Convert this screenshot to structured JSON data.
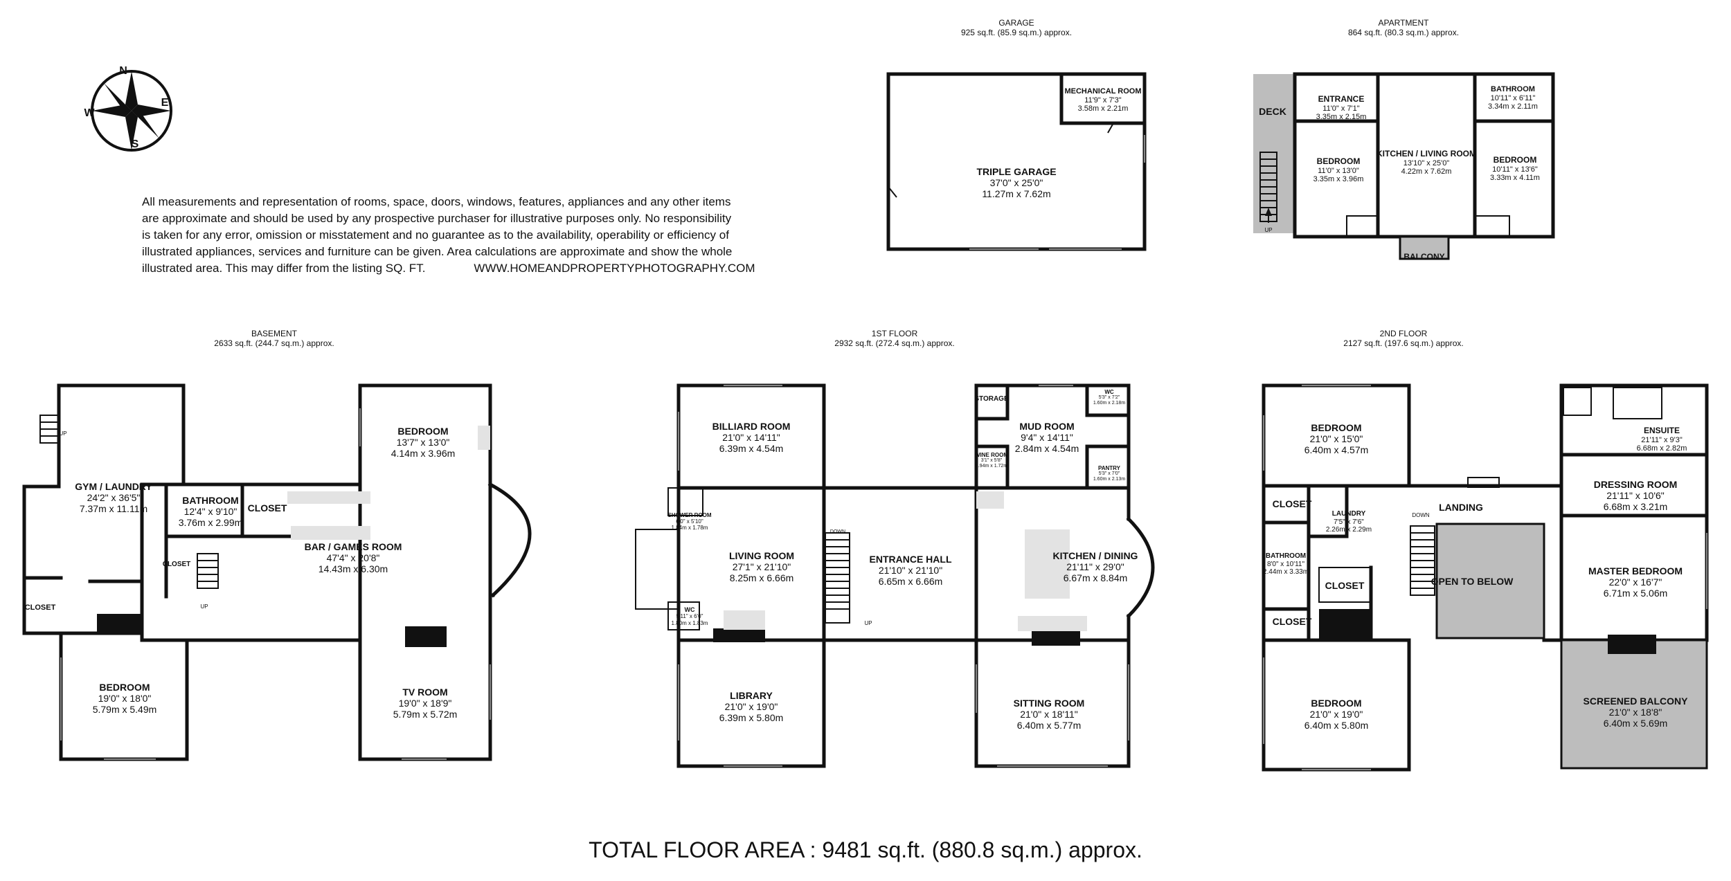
{
  "compass": {
    "n": "N",
    "e": "E",
    "s": "S",
    "w": "W"
  },
  "disclaimer": {
    "lines": [
      "All measurements and representation of rooms, space, doors, windows, features, appliances and any other items",
      "are approximate and should be used by any prospective purchaser for illustrative purposes only.  No responsibility",
      "is taken for any error, omission or misstatement and no guarantee as to the availability, operability or efficiency of",
      "illustrated appliances, services and furniture can be given.  Area calculations are approximate and show the whole",
      "illustrated area. This may differ from the listing SQ. FT."
    ],
    "url": "WWW.HOMEANDPROPERTYPHOTOGRAPHY.COM"
  },
  "floors": {
    "garage": {
      "title": "GARAGE",
      "area": "925 sq.ft. (85.9 sq.m.) approx."
    },
    "apartment": {
      "title": "APARTMENT",
      "area": "864 sq.ft. (80.3 sq.m.) approx."
    },
    "basement": {
      "title": "BASEMENT",
      "area": "2633 sq.ft. (244.7 sq.m.) approx."
    },
    "first": {
      "title": "1ST FLOOR",
      "area": "2932 sq.ft. (272.4 sq.m.) approx."
    },
    "second": {
      "title": "2ND FLOOR",
      "area": "2127 sq.ft. (197.6 sq.m.) approx."
    }
  },
  "rooms": {
    "mechanical": {
      "name": "MECHANICAL ROOM",
      "imp": "11'9\" x 7'3\"",
      "met": "3.58m x 2.21m"
    },
    "triple_garage": {
      "name": "TRIPLE GARAGE",
      "imp": "37'0\" x 25'0\"",
      "met": "11.27m x 7.62m"
    },
    "deck": {
      "name": "DECK"
    },
    "apt_entrance": {
      "name": "ENTRANCE",
      "imp": "11'0\" x 7'1\"",
      "met": "3.35m x 2.15m"
    },
    "apt_bathroom": {
      "name": "BATHROOM",
      "imp": "10'11\" x 6'11\"",
      "met": "3.34m x 2.11m"
    },
    "apt_bedroom1": {
      "name": "BEDROOM",
      "imp": "11'0\" x 13'0\"",
      "met": "3.35m x 3.96m"
    },
    "apt_kitchen": {
      "name": "KITCHEN / LIVING ROOM",
      "imp": "13'10\" x 25'0\"",
      "met": "4.22m x 7.62m"
    },
    "apt_bedroom2": {
      "name": "BEDROOM",
      "imp": "10'11\" x 13'6\"",
      "met": "3.33m x 4.11m"
    },
    "balcony": {
      "name": "BALCONY"
    },
    "up_apt": {
      "name": "UP"
    },
    "gym": {
      "name": "GYM / LAUNDRY",
      "imp": "24'2\" x 36'5\"",
      "met": "7.37m x 11.11m"
    },
    "b_bathroom": {
      "name": "BATHROOM",
      "imp": "12'4\" x 9'10\"",
      "met": "3.76m x 2.99m"
    },
    "b_closet1": {
      "name": "CLOSET"
    },
    "b_closet2": {
      "name": "CLOSET"
    },
    "b_closet3": {
      "name": "CLOSET"
    },
    "b_bedroom1": {
      "name": "BEDROOM",
      "imp": "13'7\" x 13'0\"",
      "met": "4.14m x 3.96m"
    },
    "bar": {
      "name": "BAR / GAMES ROOM",
      "imp": "47'4\" x 20'8\"",
      "met": "14.43m x 6.30m"
    },
    "b_bedroom2": {
      "name": "BEDROOM",
      "imp": "19'0\" x 18'0\"",
      "met": "5.79m x 5.49m"
    },
    "tv": {
      "name": "TV ROOM",
      "imp": "19'0\" x 18'9\"",
      "met": "5.79m x 5.72m"
    },
    "b_up1": {
      "name": "UP"
    },
    "b_up2": {
      "name": "UP"
    },
    "billiard": {
      "name": "BILLIARD ROOM",
      "imp": "21'0\" x 14'11\"",
      "met": "6.39m x 4.54m"
    },
    "shower": {
      "name": "SHOWER ROOM",
      "imp": "6'0\" x 5'10\"",
      "met": "1.84m x 1.78m"
    },
    "living": {
      "name": "LIVING ROOM",
      "imp": "27'1\" x 21'10\"",
      "met": "8.25m x 6.66m"
    },
    "wc1": {
      "name": "WC",
      "imp": "5'11\" x 6'0\"",
      "met": "1.80m x 1.83m"
    },
    "library": {
      "name": "LIBRARY",
      "imp": "21'0\" x 19'0\"",
      "met": "6.39m x 5.80m"
    },
    "entrance_hall": {
      "name": "ENTRANCE HALL",
      "imp": "21'10\" x 21'10\"",
      "met": "6.65m x 6.66m"
    },
    "storage": {
      "name": "STORAGE"
    },
    "mud": {
      "name": "MUD ROOM",
      "imp": "9'4\" x 14'11\"",
      "met": "2.84m x 4.54m"
    },
    "wc2": {
      "name": "WC",
      "imp": "5'3\" x 7'2\"",
      "met": "1.60m x 2.18m"
    },
    "wine": {
      "name": "WINE ROOM",
      "imp": "3'1\" x 5'8\"",
      "met": "0.94m x 1.72m"
    },
    "pantry": {
      "name": "PANTRY",
      "imp": "5'3\" x 7'0\"",
      "met": "1.60m x 2.13m"
    },
    "kitchen": {
      "name": "KITCHEN / DINING",
      "imp": "21'11\" x 29'0\"",
      "met": "6.67m x 8.84m"
    },
    "sitting": {
      "name": "SITTING ROOM",
      "imp": "21'0\" x 18'11\"",
      "met": "6.40m x 5.77m"
    },
    "f_down": {
      "name": "DOWN"
    },
    "f_up": {
      "name": "UP"
    },
    "s_bedroom1": {
      "name": "BEDROOM",
      "imp": "21'0\" x 15'0\"",
      "met": "6.40m x 4.57m"
    },
    "s_closet1": {
      "name": "CLOSET"
    },
    "laundry": {
      "name": "LAUNDRY",
      "imp": "7'5\" x 7'6\"",
      "met": "2.26m x 2.29m"
    },
    "s_bathroom": {
      "name": "BATHROOM",
      "imp": "8'0\" x 10'11\"",
      "met": "2.44m x 3.33m"
    },
    "s_closet2": {
      "name": "CLOSET"
    },
    "s_closet3": {
      "name": "CLOSET"
    },
    "s_bedroom2": {
      "name": "BEDROOM",
      "imp": "21'0\" x 19'0\"",
      "met": "6.40m x 5.80m"
    },
    "landing": {
      "name": "LANDING"
    },
    "s_down": {
      "name": "DOWN"
    },
    "open_below": {
      "name": "OPEN TO BELOW"
    },
    "ensuite": {
      "name": "ENSUITE",
      "imp": "21'11\" x 9'3\"",
      "met": "6.68m x 2.82m"
    },
    "dressing": {
      "name": "DRESSING ROOM",
      "imp": "21'11\" x 10'6\"",
      "met": "6.68m x 3.21m"
    },
    "master": {
      "name": "MASTER BEDROOM",
      "imp": "22'0\" x 16'7\"",
      "met": "6.71m x 5.06m"
    },
    "screened": {
      "name": "SCREENED BALCONY",
      "imp": "21'0\" x 18'8\"",
      "met": "6.40m x 5.69m"
    }
  },
  "total": "TOTAL FLOOR AREA : 9481 sq.ft. (880.8 sq.m.) approx."
}
